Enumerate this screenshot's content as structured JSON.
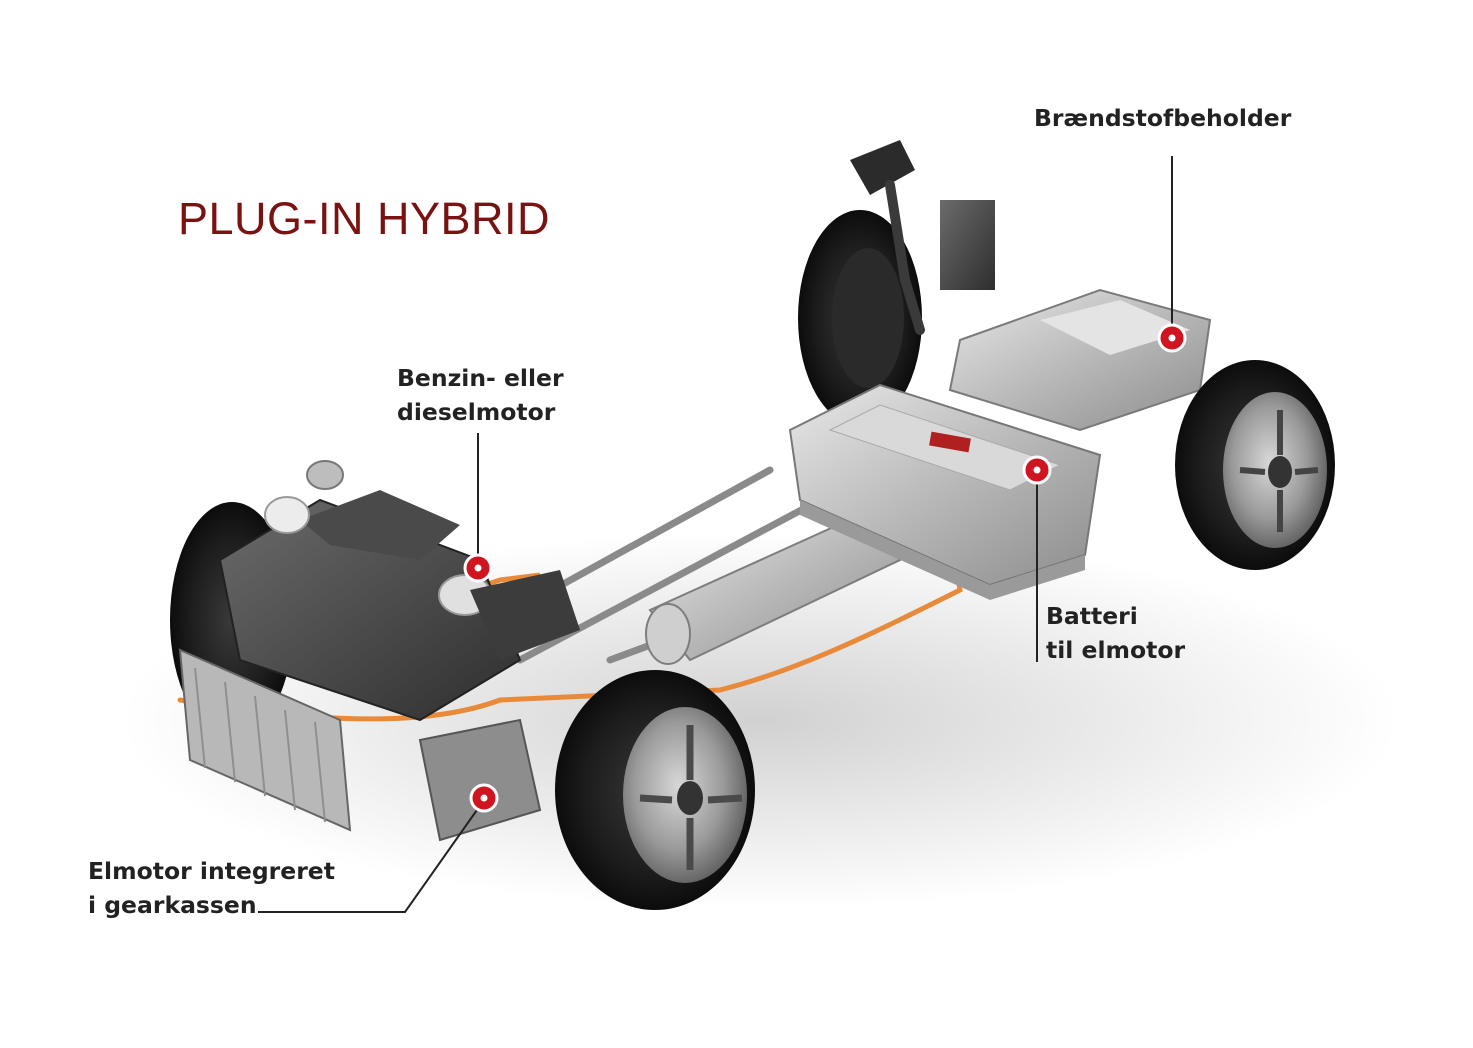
{
  "title": "PLUG-IN HYBRID",
  "colors": {
    "title": "#7a1212",
    "marker": "#d01420",
    "cable": "#e88a3a",
    "label_text": "#222222"
  },
  "callouts": {
    "fuel_tank": {
      "lines": [
        "Brændstofbeholder"
      ]
    },
    "engine": {
      "lines": [
        "Benzin- eller",
        "dieselmotor"
      ]
    },
    "battery": {
      "lines": [
        "Batteri",
        "til elmotor"
      ]
    },
    "gearbox_motor": {
      "lines": [
        "Elmotor integreret",
        "i gearkassen"
      ]
    }
  }
}
